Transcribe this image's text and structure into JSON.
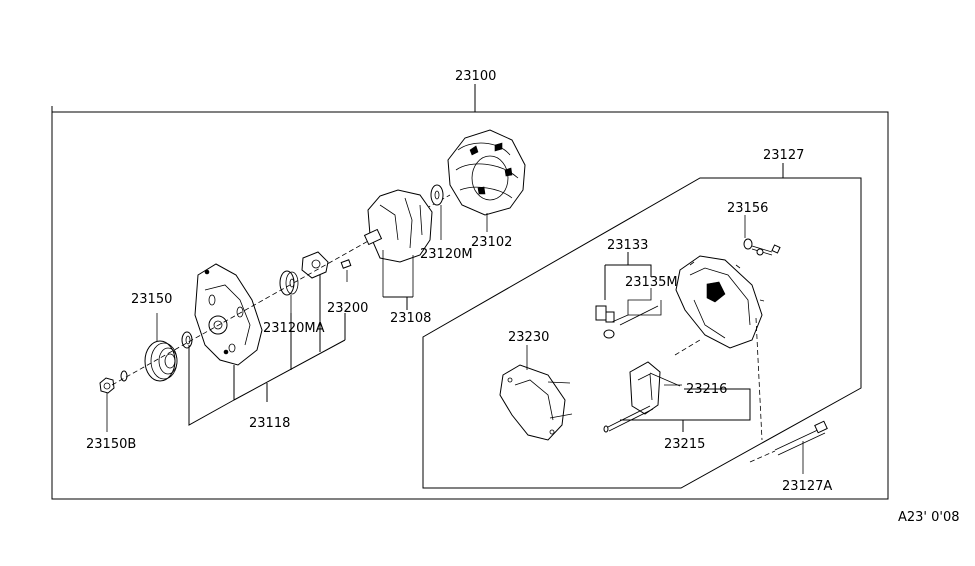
{
  "diagram": {
    "main_assembly": "23100",
    "sub_assembly": "23127",
    "parts": [
      {
        "key": "p23102",
        "number": "23102"
      },
      {
        "key": "p23120M",
        "number": "23120M"
      },
      {
        "key": "p23108",
        "number": "23108"
      },
      {
        "key": "p23200",
        "number": "23200"
      },
      {
        "key": "p23120MA",
        "number": "23120MA"
      },
      {
        "key": "p23150",
        "number": "23150"
      },
      {
        "key": "p23118",
        "number": "23118"
      },
      {
        "key": "p23150B",
        "number": "23150B"
      },
      {
        "key": "p23156",
        "number": "23156"
      },
      {
        "key": "p23133",
        "number": "23133"
      },
      {
        "key": "p23135M",
        "number": "23135M"
      },
      {
        "key": "p23230",
        "number": "23230"
      },
      {
        "key": "p23216",
        "number": "23216"
      },
      {
        "key": "p23215",
        "number": "23215"
      },
      {
        "key": "p23127A",
        "number": "23127A"
      }
    ],
    "figure_code": "A23' 0'08"
  }
}
